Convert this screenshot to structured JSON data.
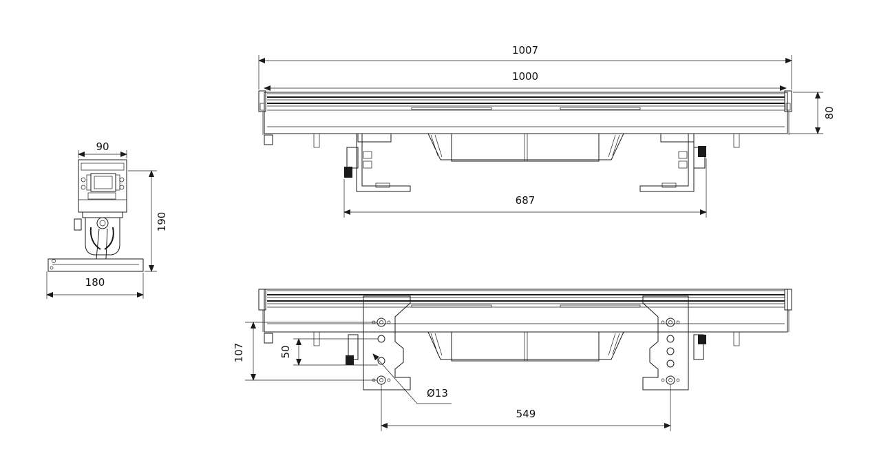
{
  "dimensions": {
    "overall_length": "1007",
    "body_length": "1000",
    "height": "80",
    "bracket_span": "687",
    "side_width": "90",
    "side_height": "190",
    "side_base": "180",
    "mount_height": "107",
    "slot_pitch": "50",
    "hole_diameter": "Ø13",
    "mount_span": "549"
  },
  "colors": {
    "line": "#1a1a1a",
    "background": "#ffffff"
  }
}
